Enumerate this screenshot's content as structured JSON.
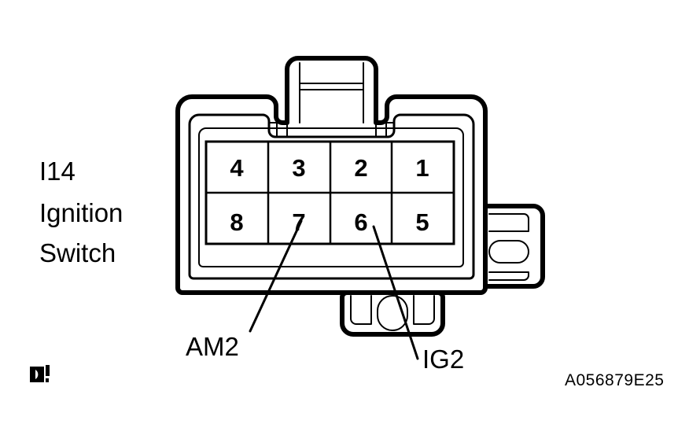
{
  "figure": {
    "code": "A056879E25",
    "mark_icon": "page-corner-mark-icon"
  },
  "component": {
    "id": "I14",
    "name_line1": "Ignition",
    "name_line2": "Switch"
  },
  "connector": {
    "type": "8-pin rectangular connector face view",
    "rows": 2,
    "columns": 4,
    "pins": [
      {
        "number": "4",
        "row": 0,
        "col": 0
      },
      {
        "number": "3",
        "row": 0,
        "col": 1
      },
      {
        "number": "2",
        "row": 0,
        "col": 2
      },
      {
        "number": "1",
        "row": 0,
        "col": 3
      },
      {
        "number": "8",
        "row": 1,
        "col": 0
      },
      {
        "number": "7",
        "row": 1,
        "col": 1
      },
      {
        "number": "6",
        "row": 1,
        "col": 2
      },
      {
        "number": "5",
        "row": 1,
        "col": 3
      }
    ]
  },
  "callouts": [
    {
      "label": "AM2",
      "pin": "7"
    },
    {
      "label": "IG2",
      "pin": "6"
    }
  ],
  "colors": {
    "ink": "#000000",
    "background": "#ffffff"
  }
}
